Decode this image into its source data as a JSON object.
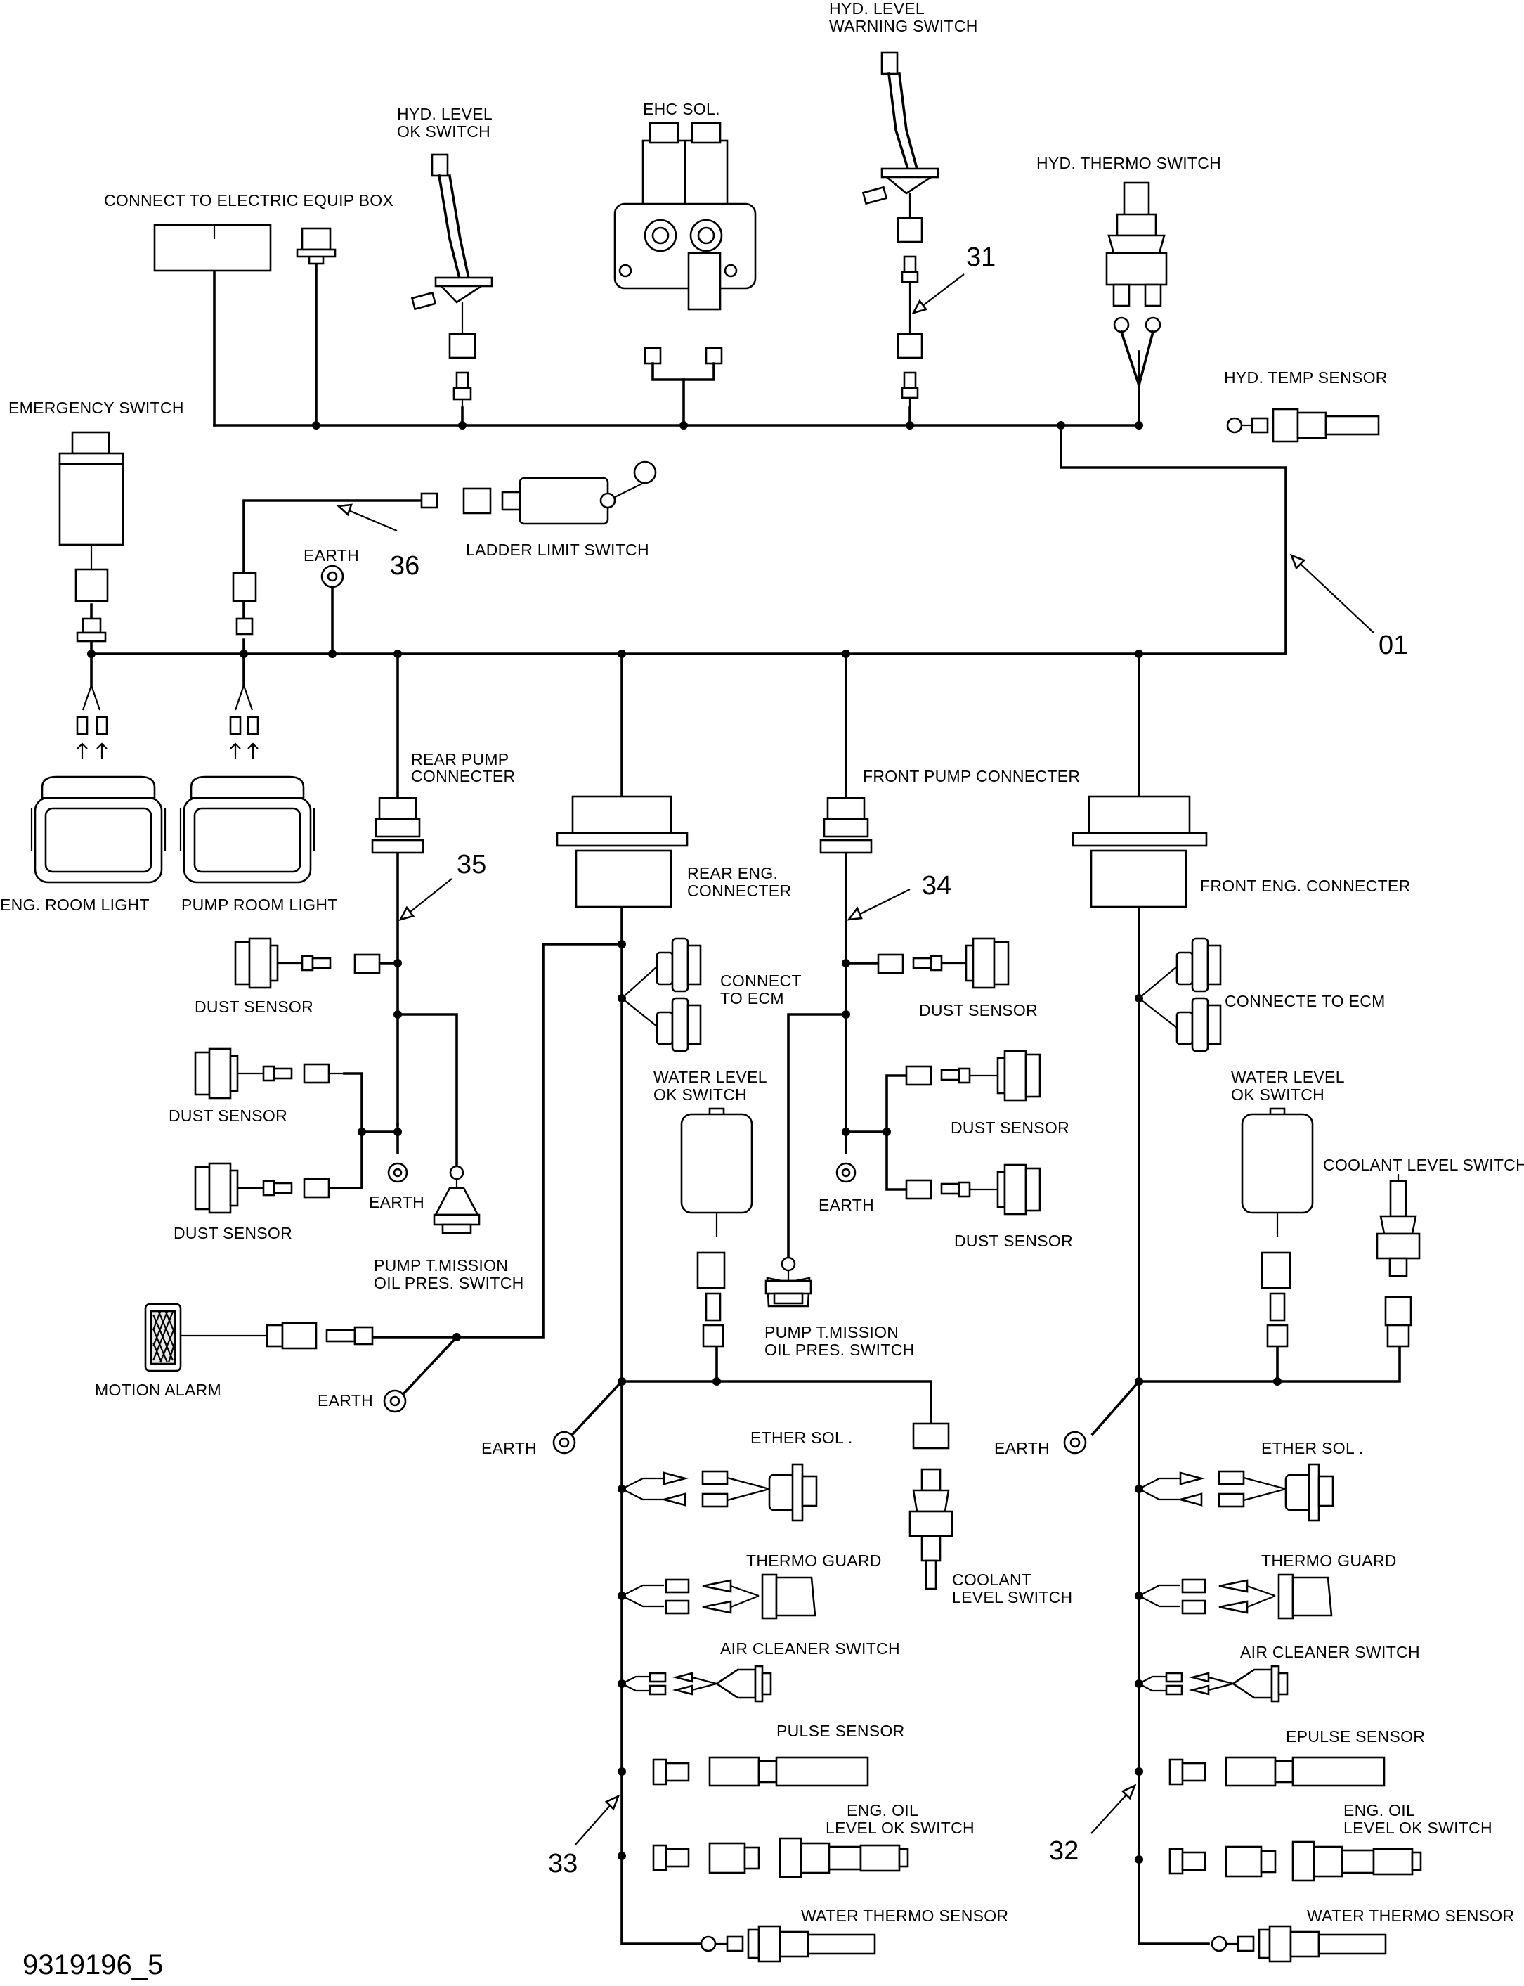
{
  "labels": {
    "hyd_level_warning_switch": [
      "HYD. LEVEL",
      "WARNING SWITCH"
    ],
    "hyd_level_ok_switch": [
      "HYD. LEVEL",
      "OK  SWITCH"
    ],
    "ehc_sol": "EHC  SOL.",
    "connect_electric_box": "CONNECT TO ELECTRIC EQUIP BOX",
    "hyd_thermo_switch": "HYD.  THERMO  SWITCH",
    "hyd_temp_sensor": "HYD.  TEMP  SENSOR",
    "emergency_switch": "EMERGENCY SWITCH",
    "ladder_limit_switch": "LADDER  LIMIT  SWITCH",
    "earth": "EARTH",
    "eng_room_light": "ENG.  ROOM  LIGHT",
    "pump_room_light": "PUMP ROOM  LIGHT",
    "rear_pump_connecter": [
      "REAR  PUMP",
      "CONNECTER"
    ],
    "front_pump_connecter": "FRONT  PUMP  CONNECTER",
    "rear_eng_connecter": [
      "REAR ENG.",
      "CONNECTER"
    ],
    "front_eng_connecter": "FRONT  ENG.  CONNECTER",
    "dust_sensor": "DUST  SENSOR",
    "connect_to_ecm": [
      "CONNECT",
      "TO  ECM"
    ],
    "connecte_to_ecm": "CONNECTE  TO  ECM",
    "water_level_ok_switch": [
      "WATER  LEVEL",
      "OK  SWITCH"
    ],
    "coolant_level_switch": "COOLANT  LEVEL  SWITCH",
    "coolant_level_switch_2": [
      "COOLANT",
      "LEVEL  SWITCH"
    ],
    "pump_tmission": [
      "PUMP  T.MISSION",
      "OIL  PRES.  SWITCH"
    ],
    "motion_alarm": "MOTION  ALARM",
    "ether_sol": "ETHER  SOL .",
    "thermo_guard": "THERMO  GUARD",
    "air_cleaner_switch": "AIR  CLEANER  SWITCH",
    "pulse_sensor": "PULSE  SENSOR",
    "epulse_sensor": "EPULSE  SENSOR",
    "eng_oil_level_ok_switch": [
      "ENG.  OIL",
      "LEVEL  OK  SWITCH"
    ],
    "water_thermo_sensor": "WATER  THERMO  SENSOR"
  },
  "refs": {
    "r31": "31",
    "r36": "36",
    "r01": "01",
    "r35": "35",
    "r34": "34",
    "r33": "33",
    "r32": "32"
  },
  "drawing_code": "9319196_5"
}
